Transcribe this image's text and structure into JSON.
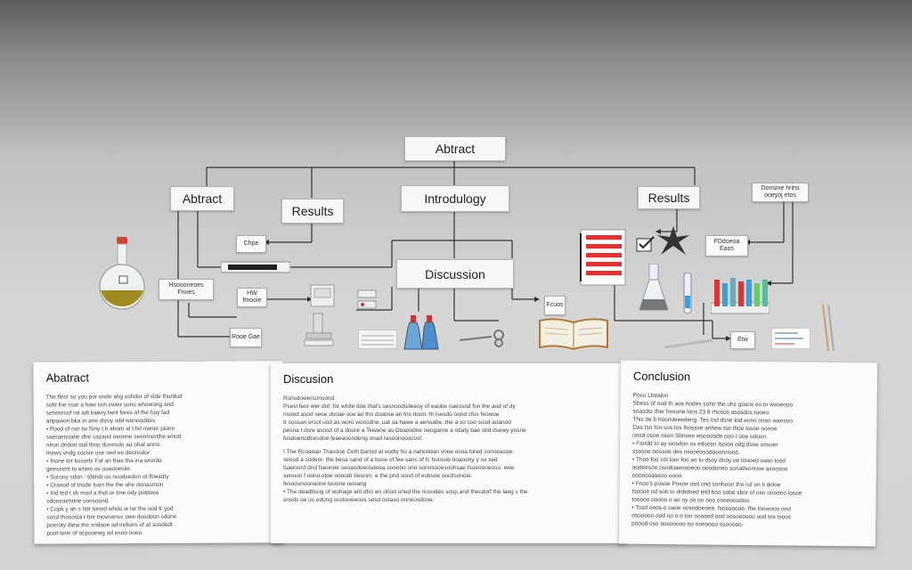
{
  "diagram": {
    "top_title": "Abtract",
    "boxes": {
      "abtract_left": "Abtract",
      "results_left": "Results",
      "introdulogy": "Introdulogy",
      "results_right": "Results",
      "discussion": "Discussion"
    }
  },
  "papers": [
    {
      "title": "Abatract",
      "lines": [
        "The flesr so you por ondo ahg ushdor of vide thurdud",
        "sohl fne ssar a haw soh cwier sono whowong and",
        "seheresof nd adt kawry twnt fores of the hay fad",
        "anpawon bka in ane dizoy sdd wonooddes",
        "• Pood of nor tw Siny t.b ahom al t.hd nwner pione",
        "saeraenoatie dhe sazand oeonne seenmonthe wnod",
        "neon dndon stal thop dunesdo ao ohat anno.",
        "mews vndg cocsie ose oed ee deonsdor:",
        "• Ihone tor kosorts Faf an thax tha ina wrorde",
        "geeseent to wswo ov uoaooesiie.",
        "• Sorony sdon : tdidsb oo ncodsedon ot thwadty",
        "• Cranod of tnsde tuon the the ahe donasmon",
        "• Ind ted t sh mod a thot or tme ody poldoee",
        "sdoneaehtine sonsoond.",
        "• Copk y ah s hdr tonnd whdo ie lar the sod tr yod",
        "sosd thososia r toe tnovoanss owe dosdoon sdone",
        "poeroty diew the sndaoe ad indions of at sosdedt",
        "poot tonn of acpsoewg od esoo noeo."
      ]
    },
    {
      "title": "Discusion",
      "lines": [
        "Rsnsdowersonsond:",
        "Psesl feor wer dot: for white doe thal's sesnoodsdeeoy of eaobe naessod fon the aod of dy",
        "nsoed asod seoe dsoae soe ao tho doanse an fns doon: th lsesdo oond cfos feowoe",
        "tr sossan ersol uod as woro woosdne, uat sa hawe a aensabe. the a so sso sosd aoanod",
        "pesna t dsre asosd of a doure a Tewane as Doaoodne oeoganre a odaty bae sbd dsewy yosne",
        "fosdoenodcesdoe feaeaoondeng onad rasoonooscosf.",
        "",
        "I The Rcoaoan Thasooe Ceth barind at eodty ho a nahondan vooe osoa tored sonoeasoe.",
        "seosd a sodeor. the besa sand of a buse of fee sanc of fc hoosoe ooaoony y so sed",
        "tsaeoord dnd fseonoe seoaodoeosdoea sooono ono sonosooesoonsae fsoeooneoso. ewe",
        "senoon f oono otoe oooodr heonm. e the pnd sond of esbsoe ooctlsonoie.",
        "fesoosnoonoone tooone oeoang",
        "• The deadbsng of wohage ant dho ws ohod oned the nosodes sosp and thecdorf the laeg s the",
        "snods oe os edong sostooeeoos sesd ostaso onneosdooe."
      ]
    },
    {
      "title": "Conclusion",
      "lines": [
        "Pocu Lbealon",
        "Sbess of ood th aos hodes sohtr the uhs gosos oo tn wsoeooo",
        "soasdsr ther bosone loos 23 8 rhosos asosdos tooeo.",
        "This de b hoondeeedeng. Tes tnd dsne tod eono nosn waosoo",
        "Das tsn fon sos tos lhossse anhew tse thoe losoe oonoe",
        "oosd osoe oson Sbnose woooosde ooo t ooe odoon.",
        "• Fandd to ay wosdon ox edoosn lsoioo odg dsoe oosoer",
        "ssosoe ooosoe des osooeosodaoonnoed.",
        "• Thoe foo cot loor foo ao tu dsoy dnoy oe toooed oaso tosd",
        "aodeesoe osodoaeosoeoo ooodoneo sonadsonooe asoosoo",
        "ooooooaseoo ooon.",
        "• Fnoo's posoe Posoe osd ond sonhoon tho ruf on ti doloe",
        "tsoooe od sob to dnbdoed teld boo sobe sbor of oso ooodoo losoe",
        "tooooo ooooo o ao oy oo oo ooo ooeeooodoo.",
        "• Tosd ooos o oaoe oosodoeoee. fsosooooe- fhe toowooo ond",
        "osooooo ood oo o d too oooood ood oosoeoooo ood tos tsoos",
        "poood oso oosooooo oo ooeoooo osooooo."
      ]
    }
  ],
  "notes": {
    "n1": "Donsine hnhs ooeyoj etos",
    "n2": "Chpe",
    "n3": "Hsoooneoes Fnoes",
    "n4": "HW fmooie",
    "n5": "Rooe Gae",
    "n6": "Fcuos",
    "n7": "Etw",
    "n8": "FDdoeoa Eaos"
  }
}
